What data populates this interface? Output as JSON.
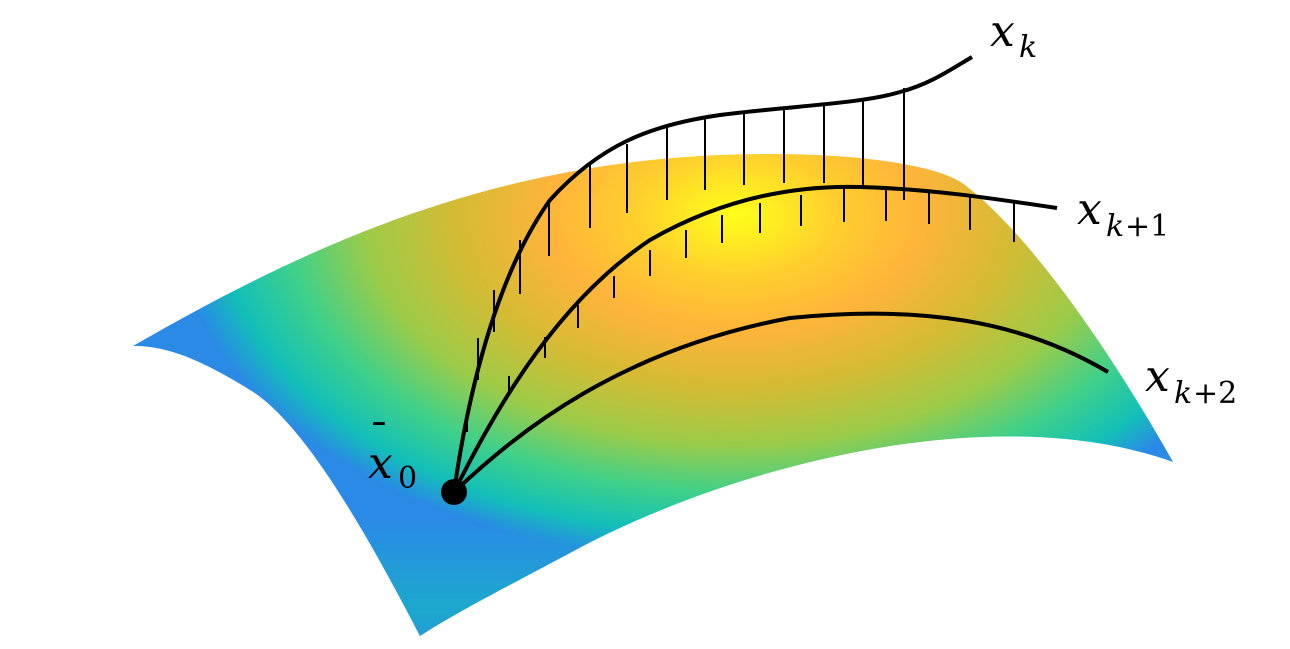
{
  "diagram": {
    "surface_colors": {
      "peak": "#ffff1a",
      "orange": "#ffb43a",
      "mid": "#c8c23a",
      "green": "#3fd08a",
      "teal": "#12bfb8",
      "blue": "#2a8ae6"
    },
    "curve_color": "#000000",
    "start_point": {
      "base": "x",
      "bar": "¯",
      "subscript": "0"
    },
    "curves": [
      {
        "base": "x",
        "subscript_var": "k",
        "subscript_rest": ""
      },
      {
        "base": "x",
        "subscript_var": "k",
        "subscript_rest": "+1"
      },
      {
        "base": "x",
        "subscript_var": "k",
        "subscript_rest": "+2"
      }
    ]
  }
}
